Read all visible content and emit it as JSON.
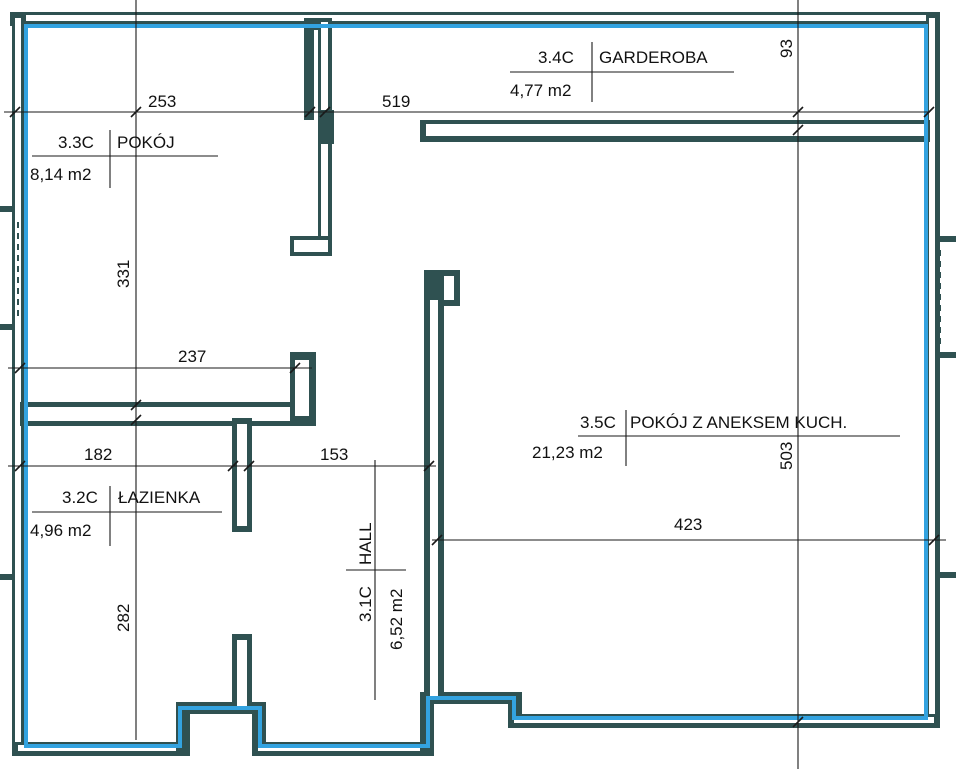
{
  "rooms": {
    "pokoj_33c": {
      "code": "3.3C",
      "name": "POKÓJ",
      "area": "8,14 m2"
    },
    "garderoba_34c": {
      "code": "3.4C",
      "name": "GARDEROBA",
      "area": "4,77 m2"
    },
    "lazienka_32c": {
      "code": "3.2C",
      "name": "ŁAZIENKA",
      "area": "4,96 m2"
    },
    "hall_31c": {
      "code": "3.1C",
      "name": "HALL",
      "area": "6,52 m2"
    },
    "pokoj_35c": {
      "code": "3.5C",
      "name": "POKÓJ Z ANEKSEM KUCH.",
      "area": "21,23 m2"
    }
  },
  "dimensions": {
    "d253": "253",
    "d519": "519",
    "d93": "93",
    "d331": "331",
    "d237": "237",
    "d182": "182",
    "d153": "153",
    "d282": "282",
    "d423": "423",
    "d503": "503"
  },
  "colors": {
    "boundary": "#33a3e0",
    "wall": "#2f5151",
    "line": "#1a1a1a"
  }
}
